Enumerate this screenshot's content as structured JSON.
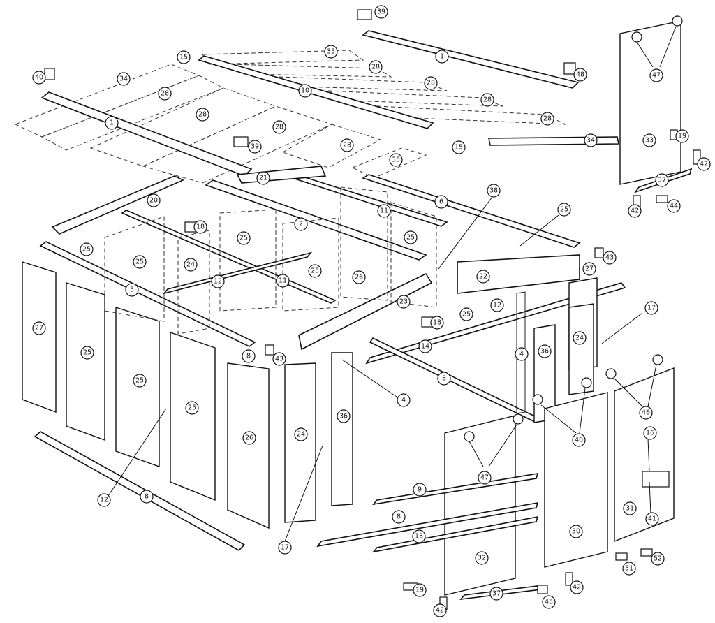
{
  "callouts": [
    {
      "id": "c39a",
      "label": "39"
    },
    {
      "id": "c1a",
      "label": "1"
    },
    {
      "id": "c35a",
      "label": "35"
    },
    {
      "id": "c15a",
      "label": "15"
    },
    {
      "id": "c40",
      "label": "40"
    },
    {
      "id": "c34a",
      "label": "34"
    },
    {
      "id": "c28a",
      "label": "28"
    },
    {
      "id": "c28b",
      "label": "28"
    },
    {
      "id": "c28c",
      "label": "28"
    },
    {
      "id": "c28d",
      "label": "28"
    },
    {
      "id": "c28e",
      "label": "28"
    },
    {
      "id": "c28f",
      "label": "28"
    },
    {
      "id": "c28g",
      "label": "28"
    },
    {
      "id": "c28h",
      "label": "28"
    },
    {
      "id": "c10",
      "label": "10"
    },
    {
      "id": "c48",
      "label": "48"
    },
    {
      "id": "c47a",
      "label": "47"
    },
    {
      "id": "c1b",
      "label": "1"
    },
    {
      "id": "c39b",
      "label": "39"
    },
    {
      "id": "c15b",
      "label": "15"
    },
    {
      "id": "c34b",
      "label": "34"
    },
    {
      "id": "c33",
      "label": "33"
    },
    {
      "id": "c19a",
      "label": "19"
    },
    {
      "id": "c42a",
      "label": "42"
    },
    {
      "id": "c35b",
      "label": "35"
    },
    {
      "id": "c21",
      "label": "21"
    },
    {
      "id": "c37a",
      "label": "37"
    },
    {
      "id": "c42b",
      "label": "42"
    },
    {
      "id": "c44",
      "label": "44"
    },
    {
      "id": "c20",
      "label": "20"
    },
    {
      "id": "c11a",
      "label": "11"
    },
    {
      "id": "c6",
      "label": "6"
    },
    {
      "id": "c38",
      "label": "38"
    },
    {
      "id": "c18a",
      "label": "18"
    },
    {
      "id": "c2",
      "label": "2"
    },
    {
      "id": "c25a",
      "label": "25"
    },
    {
      "id": "c25b",
      "label": "25"
    },
    {
      "id": "c25c",
      "label": "25"
    },
    {
      "id": "c25d",
      "label": "25"
    },
    {
      "id": "c43a",
      "label": "43"
    },
    {
      "id": "c25e",
      "label": "25"
    },
    {
      "id": "c24a",
      "label": "24"
    },
    {
      "id": "c25f",
      "label": "25"
    },
    {
      "id": "c22",
      "label": "22"
    },
    {
      "id": "c27a",
      "label": "27"
    },
    {
      "id": "c12a",
      "label": "12"
    },
    {
      "id": "c11b",
      "label": "11"
    },
    {
      "id": "c26a",
      "label": "26"
    },
    {
      "id": "c5",
      "label": "5"
    },
    {
      "id": "c23",
      "label": "23"
    },
    {
      "id": "c12b",
      "label": "12"
    },
    {
      "id": "c25g",
      "label": "25"
    },
    {
      "id": "c17a",
      "label": "17"
    },
    {
      "id": "c18b",
      "label": "18"
    },
    {
      "id": "c27b",
      "label": "27"
    },
    {
      "id": "c25h",
      "label": "25"
    },
    {
      "id": "c24b",
      "label": "24"
    },
    {
      "id": "c14",
      "label": "14"
    },
    {
      "id": "c36a",
      "label": "36"
    },
    {
      "id": "c4a",
      "label": "4"
    },
    {
      "id": "c8a",
      "label": "8"
    },
    {
      "id": "c43b",
      "label": "43"
    },
    {
      "id": "c25i",
      "label": "25"
    },
    {
      "id": "c8b",
      "label": "8"
    },
    {
      "id": "c4b",
      "label": "4"
    },
    {
      "id": "c46a",
      "label": "46"
    },
    {
      "id": "c25j",
      "label": "25"
    },
    {
      "id": "c36b",
      "label": "36"
    },
    {
      "id": "c26b",
      "label": "26"
    },
    {
      "id": "c24c",
      "label": "24"
    },
    {
      "id": "c46b",
      "label": "46"
    },
    {
      "id": "c47b",
      "label": "47"
    },
    {
      "id": "c16",
      "label": "16"
    },
    {
      "id": "c12c",
      "label": "12"
    },
    {
      "id": "c8c",
      "label": "8"
    },
    {
      "id": "c9",
      "label": "9"
    },
    {
      "id": "c8d",
      "label": "8"
    },
    {
      "id": "c31",
      "label": "31"
    },
    {
      "id": "c41",
      "label": "41"
    },
    {
      "id": "c13",
      "label": "13"
    },
    {
      "id": "c30",
      "label": "30"
    },
    {
      "id": "c17b",
      "label": "17"
    },
    {
      "id": "c32",
      "label": "32"
    },
    {
      "id": "c52",
      "label": "52"
    },
    {
      "id": "c51",
      "label": "51"
    },
    {
      "id": "c19b",
      "label": "19"
    },
    {
      "id": "c37b",
      "label": "37"
    },
    {
      "id": "c42c",
      "label": "42"
    },
    {
      "id": "c45",
      "label": "45"
    },
    {
      "id": "c42d",
      "label": "42"
    }
  ]
}
